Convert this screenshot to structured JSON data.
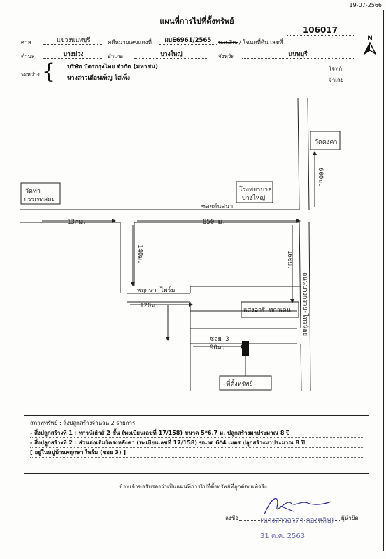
{
  "header": {
    "print_date": "19-07-2566",
    "title": "แผนที่การไปที่ตั้งทรัพย์"
  },
  "info": {
    "court_label": "ศาล",
    "court_value": "แขวงนนทบุรี",
    "case_label": "คดีหมายเลขแดงที่",
    "case_value": "ผบE6961/2565",
    "deed_old": "น.ส.3ก.",
    "deed_label": "/ โฉนดที่ดิน เลขที่",
    "deed_value": "106017",
    "subdistrict_label": "ตำบล",
    "subdistrict_value": "บางม่วง",
    "district_label": "อำเภอ",
    "district_value": "บางใหญ่",
    "province_label": "จังหวัด",
    "province_value": "นนทบุรี",
    "between_label": "ระหว่าง",
    "plaintiff_value": "บริษัท บัตรกรุงไทย จำกัด (มหาชน)",
    "plaintiff_label": "โจทก์",
    "defendant_value": "นางสาวเดือนเพ็ญ โสเพ็ง",
    "defendant_label": "จำเลย"
  },
  "north_label": "N",
  "map": {
    "wat_khongkha": "วัดคงคา",
    "distance_600": "600ม.",
    "wat_tha": "วัดท่า",
    "wat_tha2": "บรรเทงสถม",
    "hospital": "โรงพยาบาล",
    "hospital2": "บางใหญ่",
    "soi_kanchana": "ซอยกันศนา",
    "dist_13km": "13กม.",
    "dist_850": "850 ม.",
    "dist_140": "140ม.",
    "dist_160": "160ม.",
    "road_bangkruai": "ถนนบางกรวย-ไทรน้อย",
    "village": "พฤกษา ไพร์ม",
    "dist_120": "120ม.",
    "seven_eleven": "แสงอารี ทก่าเด่น",
    "soi3": "ซอย 3",
    "dist_90": "90ม.",
    "property_label": "-ที่ตั้งทรัพย์-"
  },
  "status": {
    "heading": "สภาพทรัพย์  :  สิ่งปลูกสร้างจำนวน 2 รายการ",
    "item1": "- สิ่งปลูกสร้างที่ 1 : ทาวน์เฮ้าส์ 2 ชั้น (ทะเบียนเลขที่ 17/158) ขนาด 5*6.7 ม. ปลูกสร้างมาประมาณ 8 ปี",
    "item2": "- สิ่งปลูกสร้างที่ 2 : ส่วนต่อเติมโครงหลังคา (ทะเบียนเลขที่ 17/158) ขนาด 6*4 เมตร ปลูกสร้างมาประมาณ 8 ปี",
    "location": "[ อยู่ในหมู่บ้านพฤกษา ไพร์ม (ซอย 3) ]"
  },
  "footer": {
    "certify": "ข้าพเจ้าขอรับรองว่าเป็นแผนที่การไปที่ตั้งทรัพย์ที่ถูกต้องแท้จริง",
    "sign_label": "ลงชื่อ",
    "sign_role": "ผู้นำยึด",
    "stamp_name": "(นางสาวอวดา กองหลิบ)",
    "stamp_date": "31 ต.ค. 2563"
  }
}
